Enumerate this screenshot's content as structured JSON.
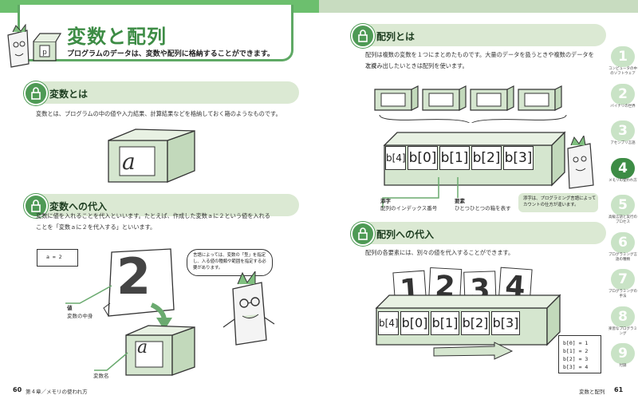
{
  "page_title": "変数と配列",
  "lead": "プログラムのデータは、変数や配列に格納することができます。",
  "sections": {
    "variable": {
      "heading": "変数とは",
      "text": "変数とは、プログラムの中の値や入力結果、計算結果などを格納しておく箱のようなものです。",
      "box_letter": "a"
    },
    "assign": {
      "heading": "変数への代入",
      "text1": "変数に値を入れることを代入といいます。たとえば、作成した変数ａに２という値を入れる",
      "text2": "ことを「変数ａに２を代入する」といいます。",
      "code": "a = 2",
      "card_digit": "2",
      "box_letter": "a",
      "label_value": "値",
      "label_value_sub": "変数の中身",
      "label_varname": "変数名",
      "bubble": "言語によっては、変数の「型」を指定し、入る値の種類や範囲を指定する必要があります。"
    },
    "array": {
      "heading": "配列とは",
      "text1": "配列は複数の変数を１つにまとめたものです。大量のデータを扱うときや複数のデータを次々",
      "text2": "と読み出したいときは配列を使います。",
      "cells": [
        "b[4]",
        "b[0]",
        "b[1]",
        "b[2]",
        "b[3]"
      ],
      "label_index": "添字",
      "label_index_sub": "配列のインデックス番号",
      "label_element": "要素",
      "label_element_sub": "ひとつひとつの箱を表す",
      "bubble": "添字は、プログラミング言語によってカウントの仕方が違います。"
    },
    "array_assign": {
      "heading": "配列への代入",
      "text": "配列の各要素には、別々の値を代入することができます。",
      "cards": [
        "1",
        "2",
        "3",
        "4"
      ],
      "cells": [
        "b[4]",
        "b[0]",
        "b[1]",
        "b[2]",
        "b[3]"
      ],
      "code": [
        "b[0] = 1",
        "b[1] = 2",
        "b[2] = 3",
        "b[3] = 4"
      ]
    }
  },
  "side_tabs": [
    {
      "num": "1",
      "label": "コンピュータの中のソフトウェア"
    },
    {
      "num": "2",
      "label": "バイナリの世界"
    },
    {
      "num": "3",
      "label": "アセンブリ言語"
    },
    {
      "num": "4",
      "label": "メモリの使われ方"
    },
    {
      "num": "5",
      "label": "高級言語と実行のプロセス"
    },
    {
      "num": "6",
      "label": "プログラミング言語の種類"
    },
    {
      "num": "7",
      "label": "プログラミングの手法"
    },
    {
      "num": "8",
      "label": "楽習なプログラミング"
    },
    {
      "num": "9",
      "label": "付録"
    }
  ],
  "active_tab": "4",
  "footer": {
    "left_page": "60",
    "left_text": "第４章／メモリの使われ方",
    "right_text": "変数と配列",
    "right_page": "61"
  },
  "colors": {
    "accent": "#3d8c45",
    "box": "#d5e6cf",
    "band": "#dbe9d3"
  }
}
